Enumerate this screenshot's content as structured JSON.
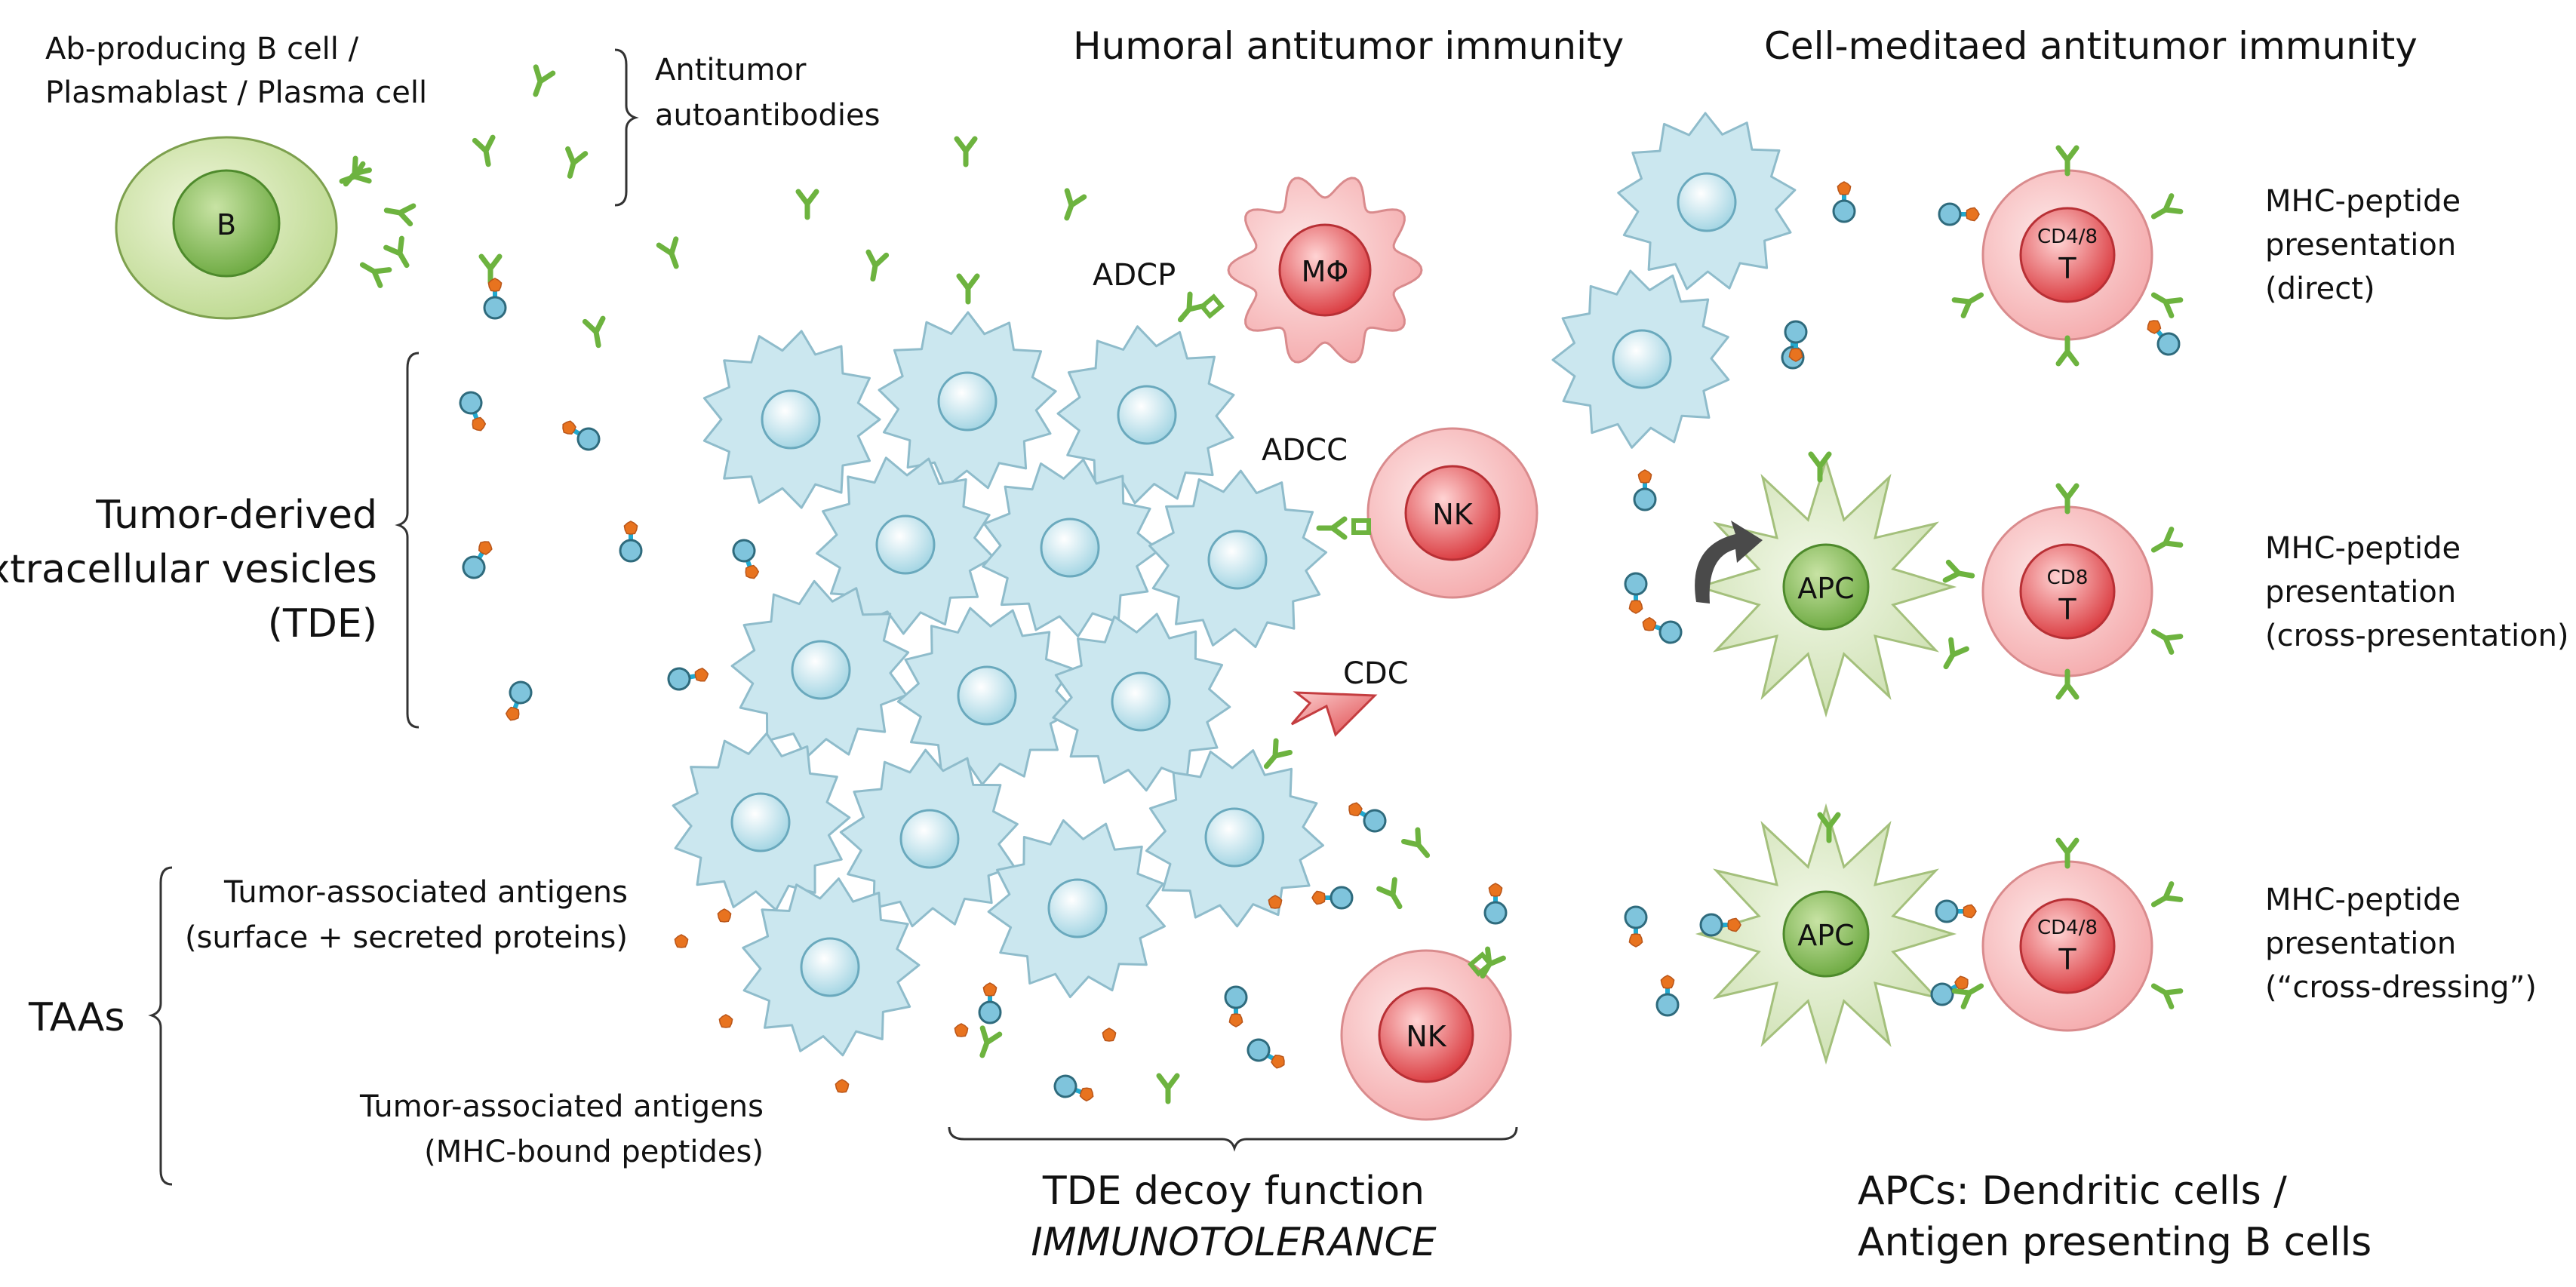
{
  "labels": {
    "b_cell": [
      "Ab-producing B cell /",
      "Plasmablast / Plasma cell"
    ],
    "autoantibodies": [
      "Antitumor",
      "autoantibodies"
    ],
    "humoral": "Humoral antitumor immunity",
    "cell_mediated": "Cell-meditaed antitumor immunity",
    "tde": [
      "Tumor-derived",
      "extracellular vesicles",
      "(TDE)"
    ],
    "taas": "TAAs",
    "taa_surface": [
      "Tumor-associated antigens",
      "(surface + secreted proteins)"
    ],
    "taa_mhc": [
      "Tumor-associated antigens",
      "(MHC-bound peptides)"
    ],
    "adcp": "ADCP",
    "adcc": "ADCC",
    "cdc": "CDC",
    "decoy": [
      "TDE decoy function",
      "IMMUNOTOLERANCE"
    ],
    "direct": [
      "MHC-peptide",
      "presentation",
      "(direct)"
    ],
    "cross": [
      "MHC-peptide",
      "presentation",
      "(cross-presentation)"
    ],
    "dressing": [
      "MHC-peptide",
      "presentation",
      "(“cross-dressing”)"
    ],
    "apcs": [
      "APCs: Dendritic cells /",
      "Antigen presenting B cells"
    ]
  },
  "cells": {
    "b": "B",
    "macrophage": "MΦ",
    "nk1": "NK",
    "nk2": "NK",
    "apc1": "APC",
    "apc2": "APC",
    "t1": {
      "sub": "CD4/8",
      "main": "T"
    },
    "t2": {
      "sub": "CD8",
      "main": "T"
    },
    "t3": {
      "sub": "CD4/8",
      "main": "T"
    }
  },
  "colors": {
    "tumor_fill": "#cbe7ef",
    "tumor_stroke": "#8fbccb",
    "b_cell": "#a8cf7a",
    "apc": "#d8e8c0",
    "t_cell": "#f4b0b0",
    "nk_nucleus": "#e0484c",
    "antibody": "#6db33f",
    "antigen": "#e8731f",
    "vesicle": "#7fc4dc"
  }
}
